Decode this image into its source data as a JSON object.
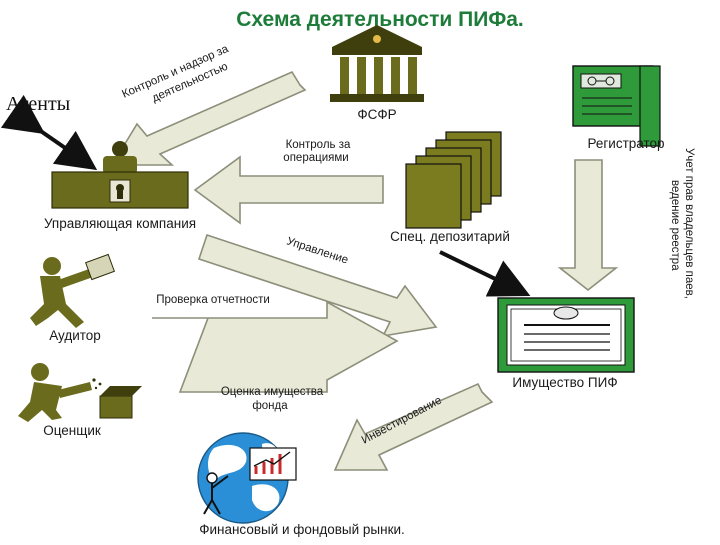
{
  "title": "Схема деятельности ПИФа.",
  "colors": {
    "title": "#1e7c3a",
    "olive": "#6b6b1e",
    "olive_dark": "#3f3f0e",
    "arrow_fill": "#e8e9d6",
    "arrow_stroke": "#8c8f7a",
    "green": "#2e9a3a",
    "sea": "#2a8fd6",
    "land": "#ffffff"
  },
  "labels": {
    "fsfr": "ФСФР",
    "registrar": "Регистратор",
    "agents": "Агенты",
    "mgmt": "Управляющая компания",
    "depository": "Спец. депозитарий",
    "auditor": "Аудитор",
    "appraiser": "Оценщик",
    "property": "Имущество ПИФ",
    "markets": "Финансовый и фондовый рынки."
  },
  "arrows": {
    "control_line1": "Контроль и надзор за",
    "control_line2": "деятельностью",
    "ops_line1": "Контроль за",
    "ops_line2": "операциями",
    "registry_line1": "Учет прав владельцев паев,",
    "registry_line2": "ведение реестра",
    "management": "Управление",
    "report_check": "Проверка отчетности",
    "appraisal_line1": "Оценка имущества",
    "appraisal_line2": "фонда",
    "investing": "Инвестирование"
  }
}
